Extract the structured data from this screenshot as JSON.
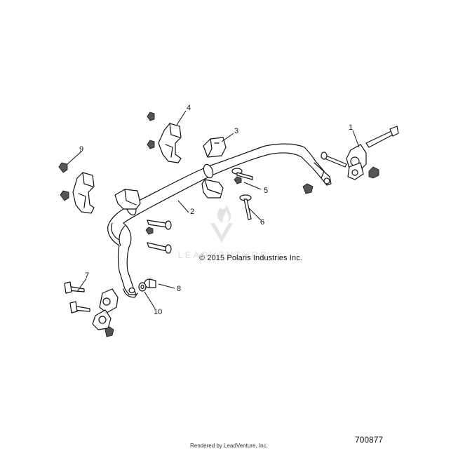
{
  "callouts": {
    "c1": "1",
    "c2": "2",
    "c3": "3",
    "c4": "4",
    "c5": "5",
    "c6": "6",
    "c7": "7",
    "c8": "8",
    "c9": "9",
    "c10": "10"
  },
  "watermark": {
    "text": "LEADVENTURE",
    "color": "#d9d9d9"
  },
  "copyright": "© 2015 Polaris Industries Inc.",
  "part_number": "700877",
  "footer": "Rendered by LeadVenture, Inc."
}
